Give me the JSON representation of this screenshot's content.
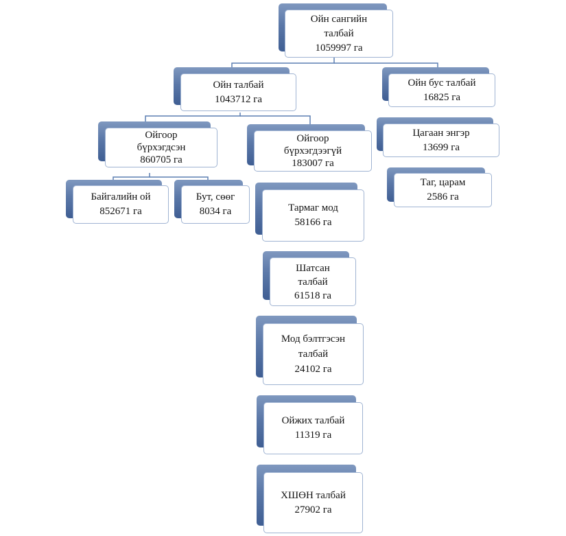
{
  "nodes": {
    "root": {
      "l1": "Ойн сангийн",
      "l2": "талбай",
      "l3": "1059997 га"
    },
    "forest_area": {
      "l1": "Ойн талбай",
      "l2": "1043712 га"
    },
    "non_forest_area": {
      "l1": "Ойн бус талбай",
      "l2": "16825 га"
    },
    "forested": {
      "l1": "Ойгоор",
      "l2": "бүрхэгдсэн",
      "l3": "860705 га"
    },
    "unforested": {
      "l1": "Ойгоор",
      "l2": "бүрхэгдээгүй",
      "l3": "183007 га"
    },
    "natural_forest": {
      "l1": "Байгалийн ой",
      "l2": "852671 га"
    },
    "shrubs": {
      "l1": "Бут, сөөг",
      "l2": "8034 га"
    },
    "plantation": {
      "l1": "Тармаг мод",
      "l2": "58166 га"
    },
    "burnt_area": {
      "l1": "Шатсан",
      "l2": "талбай",
      "l3": "61518 га"
    },
    "logged_area": {
      "l1": "Мод бэлтгэсэн",
      "l2": "талбай",
      "l3": "24102 га"
    },
    "regeneration_area": {
      "l1": "Ойжих талбай",
      "l2": "11319 га"
    },
    "pest_area": {
      "l1": "ХШӨН талбай",
      "l2": "27902 га"
    },
    "white_sands": {
      "l1": "Цагаан энгэр",
      "l2": "13699 га"
    },
    "rocks_cliffs": {
      "l1": "Таг, царам",
      "l2": "2586 га"
    }
  },
  "colors": {
    "connector": "#5b7fb2",
    "node_shadow": "#4a6a9e",
    "node_border": "#9fb3d2"
  }
}
